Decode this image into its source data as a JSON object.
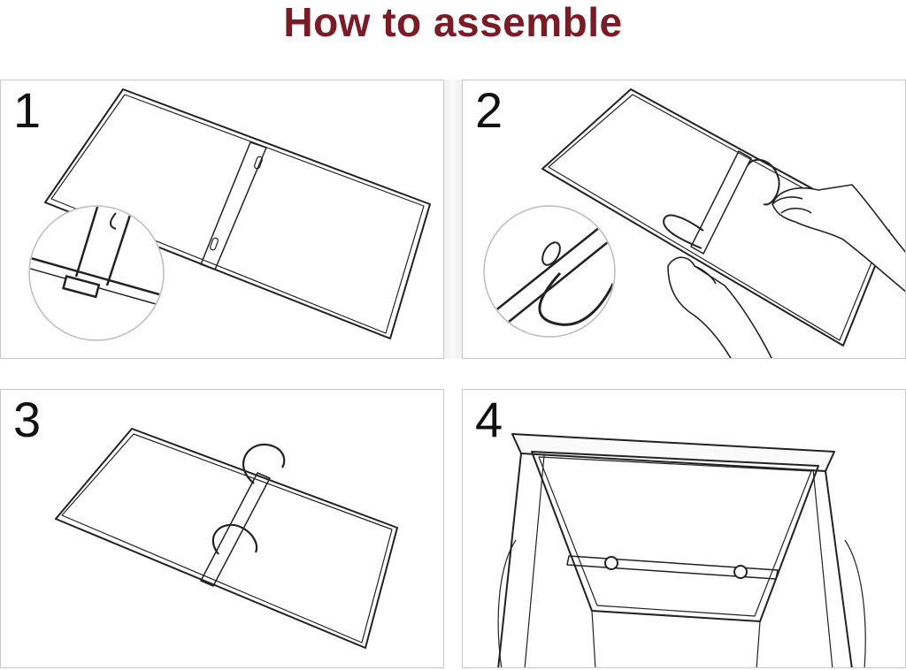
{
  "title": "How to assemble",
  "colors": {
    "title": "#7b1b25",
    "line": "#222222",
    "panel_border": "#c8c8c8"
  },
  "steps": [
    {
      "number": "1"
    },
    {
      "number": "2"
    },
    {
      "number": "3"
    },
    {
      "number": "4"
    }
  ]
}
